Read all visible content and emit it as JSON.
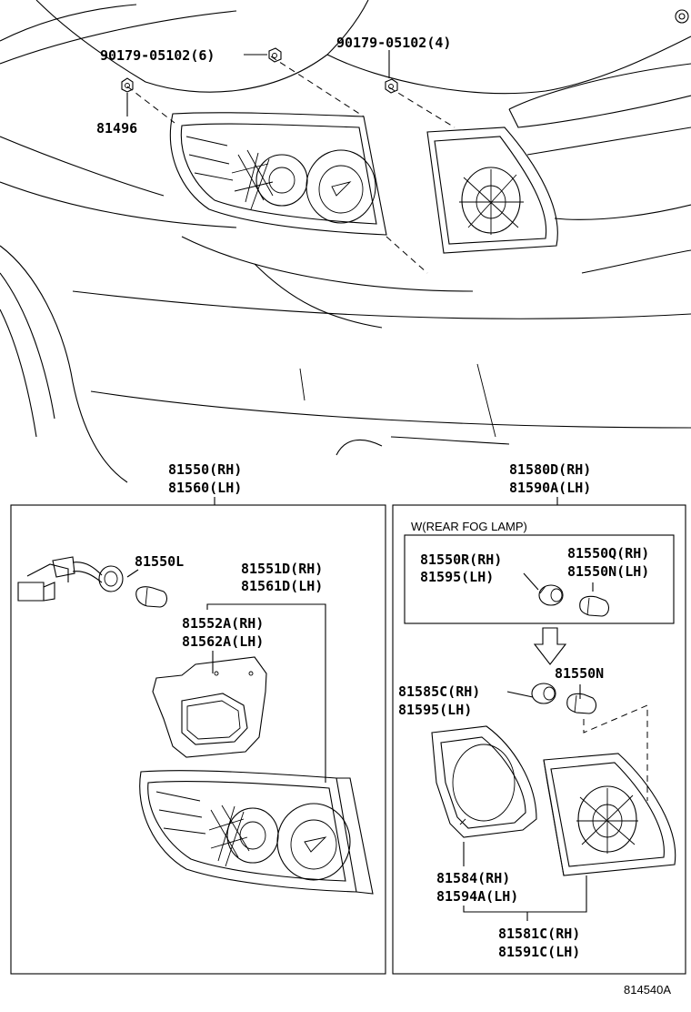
{
  "labels": {
    "bolt_6": "90179-05102(6)",
    "bolt_4": "90179-05102(4)",
    "clip": "81496",
    "left_assy_rh": "81550(RH)",
    "left_assy_lh": "81560(LH)",
    "right_assy_rh": "81580D(RH)",
    "right_assy_lh": "81590A(LH)",
    "socket_wire": "81550L",
    "lens_body_rh": "81551D(RH)",
    "lens_body_lh": "81561D(LH)",
    "gasket_rh": "81552A(RH)",
    "gasket_lh": "81562A(LH)",
    "fog_note": "W(REAR FOG LAMP)",
    "fog_socket_rh": "81550R(RH)",
    "fog_socket_lh": "81595(LH)",
    "fog_bulb_rh": "81550Q(RH)",
    "fog_bulb_lh": "81550N(LH)",
    "bulb": "81550N",
    "socket_rh": "81585C(RH)",
    "socket_lh": "81595(LH)",
    "gasket2_rh": "81584(RH)",
    "gasket2_lh": "81594A(LH)",
    "lens_rh": "81581C(RH)",
    "lens_lh": "81591C(LH)",
    "figure_id": "814540A"
  }
}
